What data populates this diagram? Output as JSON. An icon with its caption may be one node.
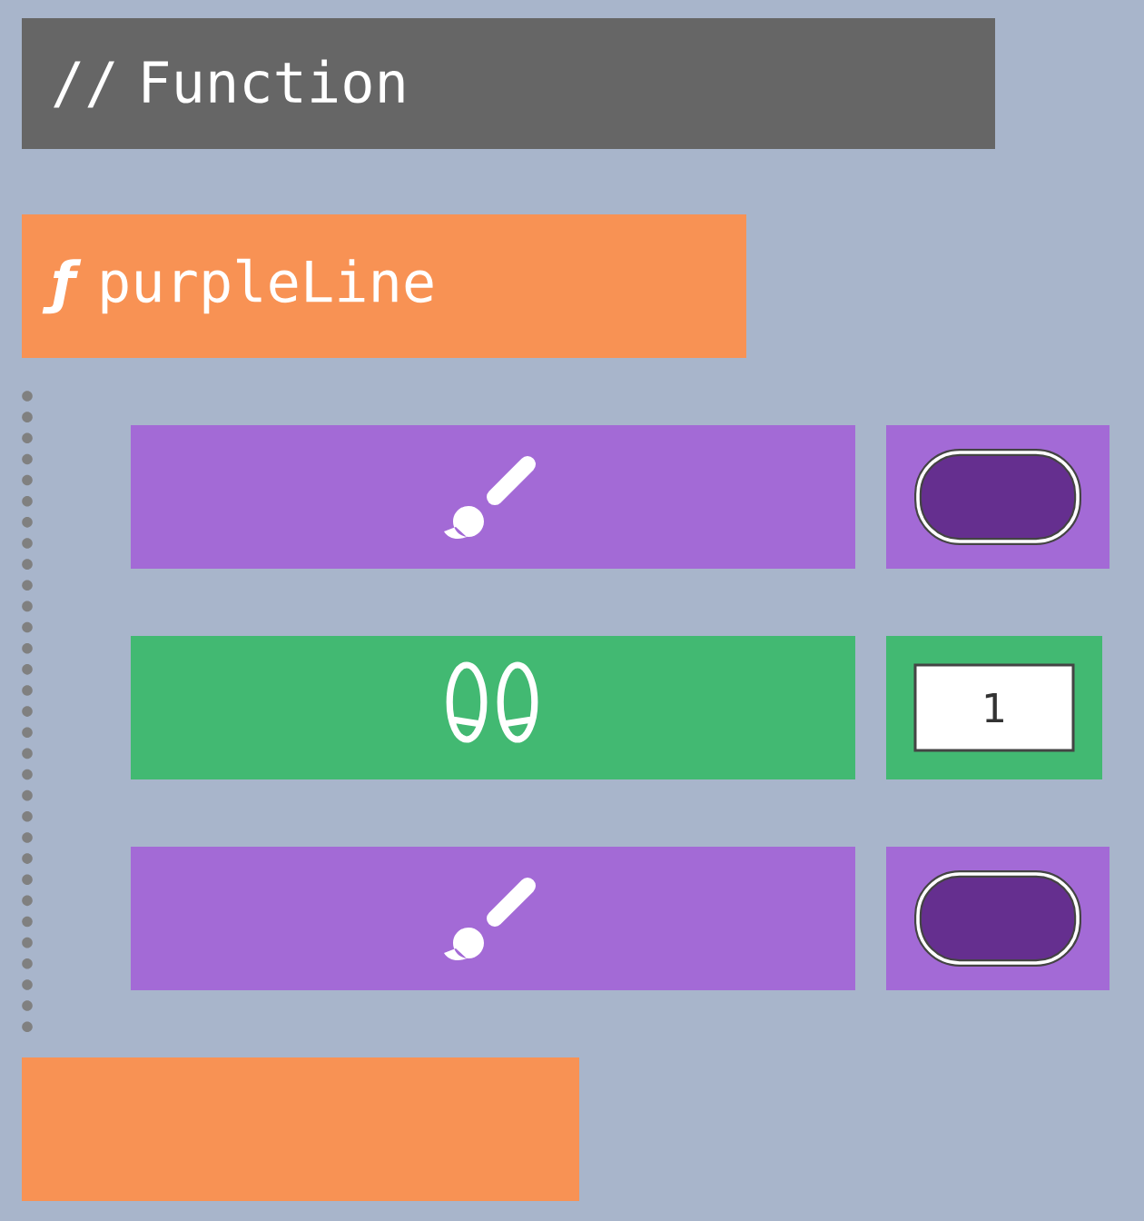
{
  "diagram": {
    "nodes": [
      {
        "text": [
          "// Function"
        ]
      },
      {
        "text": [
          "ƒ",
          "purpleLine"
        ]
      },
      {
        "text": [],
        "shape": "box"
      },
      {
        "text": [],
        "shape": "box"
      },
      {
        "text": [],
        "shape": "box"
      },
      {
        "text": [],
        "shape": "box"
      },
      {
        "text": [
          "1"
        ],
        "in": 5
      },
      {
        "text": [],
        "shape": "box"
      },
      {
        "text": [],
        "shape": "box"
      },
      {
        "text": [],
        "shape": "box"
      }
    ]
  }
}
